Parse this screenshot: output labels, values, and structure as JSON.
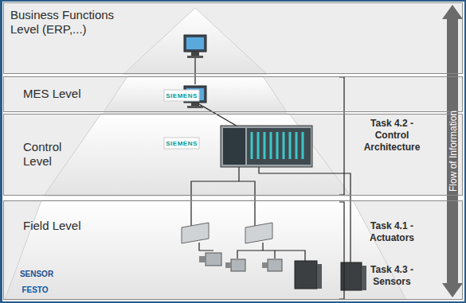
{
  "diagram": {
    "nodes": [
      {
        "text": [
          "Business Functions Level (ERP,...)"
        ]
      },
      {
        "text": [
          "MES Level"
        ]
      },
      {
        "text": [
          "Control Level"
        ]
      },
      {
        "text": [
          "Field Level"
        ]
      }
    ],
    "labels": [
      "SIEMENS",
      "SIEMENS",
      "SENSOR",
      "FESTO",
      "Task 4.2 - Control Architecture",
      "Task 4.1 - Actuators",
      "Task 4.3 - Sensors",
      "Flow of Information"
    ]
  }
}
